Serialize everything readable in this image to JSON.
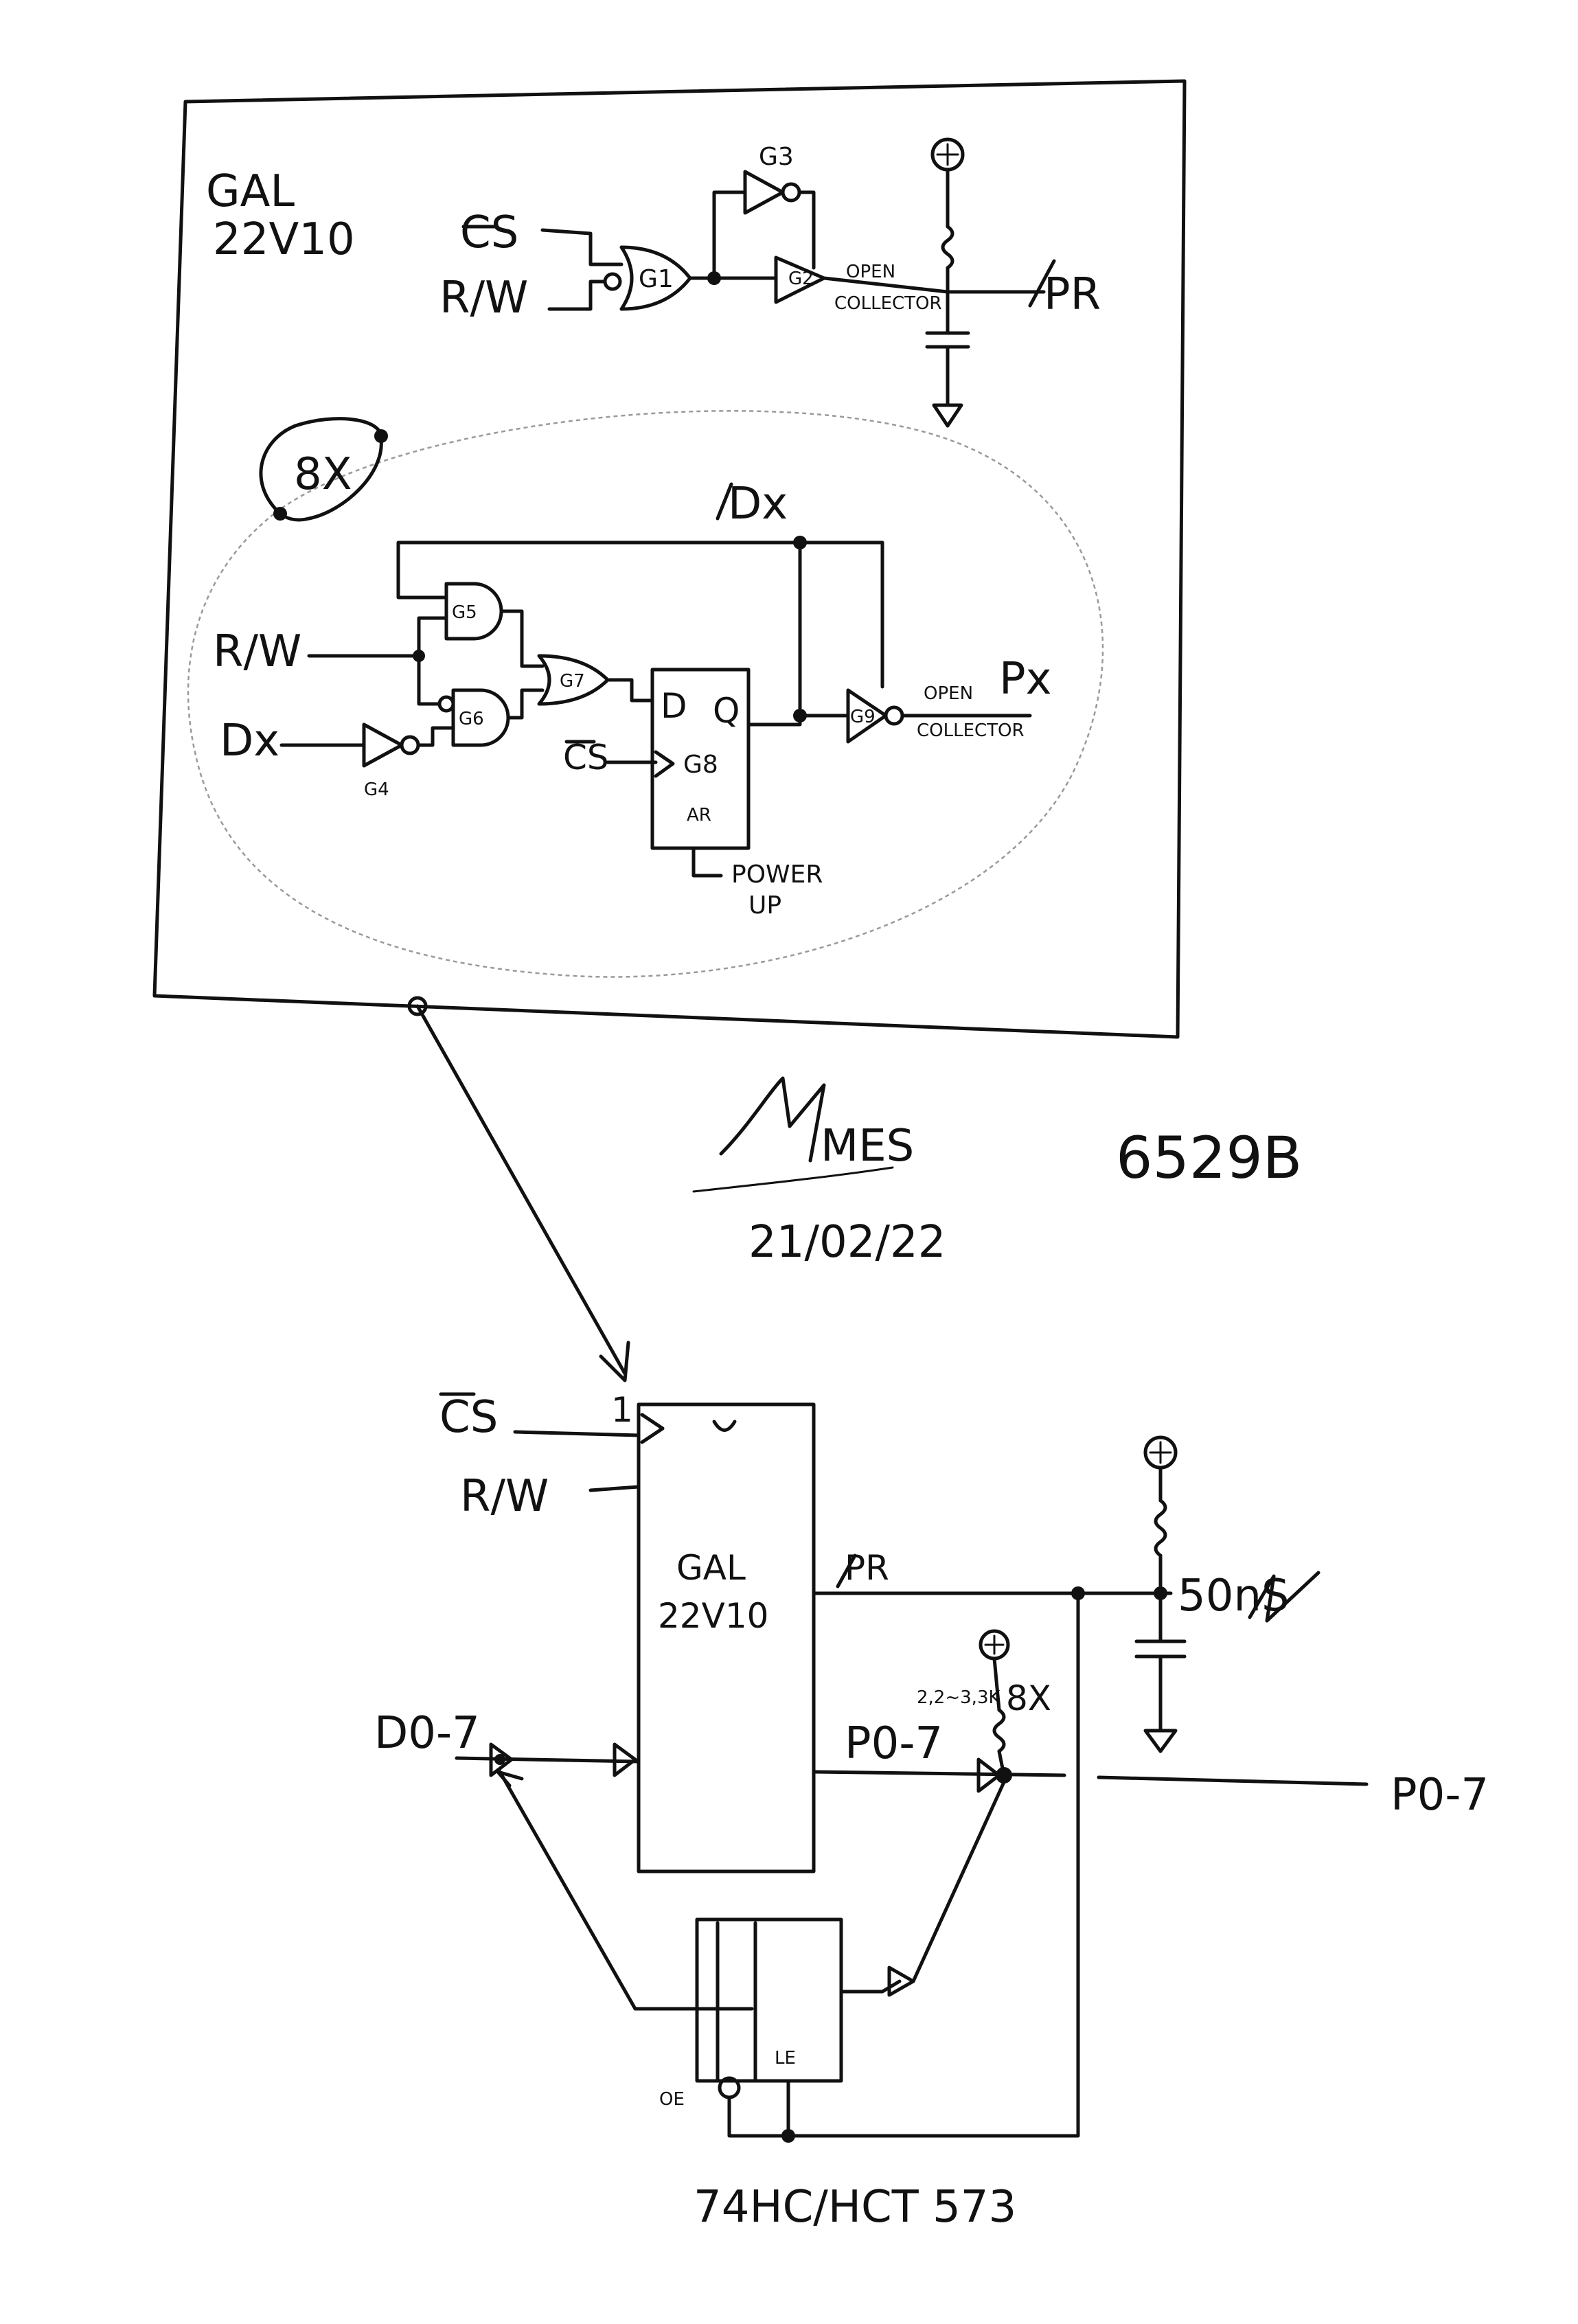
{
  "inner": {
    "chip_label": [
      "GAL",
      "22V10"
    ],
    "cs": "CS",
    "rw": "R/W",
    "g1": "G1",
    "g2": "G2",
    "g3": "G3",
    "open_collector_1": [
      "OPEN",
      "COLLECTOR"
    ],
    "pr": "PR",
    "multiplier": "8X",
    "dx_top": "Dx",
    "rw2": "R/W",
    "dx_in": "Dx",
    "g4": "G4",
    "g5": "G5",
    "g6": "G6",
    "g7": "G7",
    "d": "D",
    "q": "Q",
    "cs2": "CS",
    "g8": "G8",
    "ar": "AR",
    "power_up": [
      "POWER",
      "UP"
    ],
    "g9": "G9",
    "open_collector_2": [
      "OPEN",
      "COLLECTOR"
    ],
    "px": "Px"
  },
  "signature": {
    "name": "MES",
    "date": "21/02/22"
  },
  "part": "6529B",
  "outer": {
    "pin1": "1",
    "cs": "CS",
    "rw": "R/W",
    "gal": [
      "GAL",
      "22V10"
    ],
    "pr": "PR",
    "d07": "D0-7",
    "p07_inner": "P0-7",
    "resistor": "2,2~3,3K",
    "res_count": "8X",
    "rc": "50nS",
    "p07_out": "P0-7",
    "oe": "OE",
    "le": "LE",
    "latch": "74HC/HCT 573"
  }
}
